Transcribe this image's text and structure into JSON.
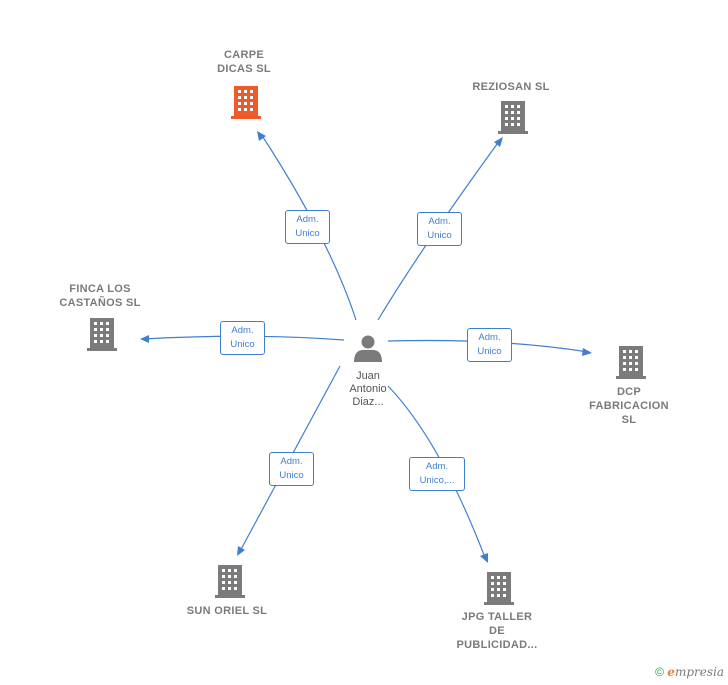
{
  "center": {
    "label": "Juan\nAntonio\nDiaz..."
  },
  "companies": [
    {
      "id": "carpe",
      "label": "CARPE\nDICAS  SL",
      "color": "#f05a28"
    },
    {
      "id": "reziosan",
      "label": "REZIOSAN  SL",
      "color": "#7b7b7b"
    },
    {
      "id": "finca",
      "label": "FINCA LOS\nCASTAÑOS  SL",
      "color": "#7b7b7b"
    },
    {
      "id": "dcp",
      "label": "DCP\nFABRICACION\nSL",
      "color": "#7b7b7b"
    },
    {
      "id": "sun",
      "label": "SUN ORIEL  SL",
      "color": "#7b7b7b"
    },
    {
      "id": "jpg",
      "label": "JPG TALLER\nDE\nPUBLICIDAD...",
      "color": "#7b7b7b"
    }
  ],
  "edges": [
    {
      "to": "carpe",
      "label": "Adm.\nUnico"
    },
    {
      "to": "reziosan",
      "label": "Adm.\nUnico"
    },
    {
      "to": "finca",
      "label": "Adm.\nUnico"
    },
    {
      "to": "dcp",
      "label": "Adm.\nUnico"
    },
    {
      "to": "sun",
      "label": "Adm.\nUnico"
    },
    {
      "to": "jpg",
      "label": "Adm.\nUnico,..."
    }
  ],
  "footer": {
    "copyright": "©",
    "brand_initial": "e",
    "brand_rest": "mpresia"
  }
}
